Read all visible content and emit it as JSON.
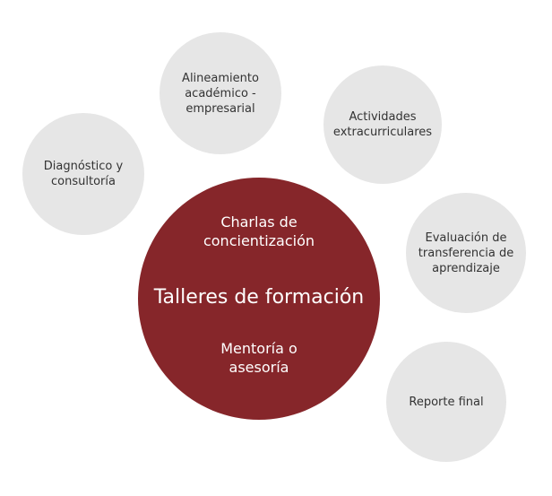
{
  "diagram": {
    "center": {
      "top_line1": "Charlas de",
      "top_line2": "concientización",
      "title": "Talleres de formación",
      "bottom_line1": "Mentoría o",
      "bottom_line2": "asesoría"
    },
    "nodes": [
      {
        "lines": [
          "Diagnóstico y",
          "consultoría"
        ]
      },
      {
        "lines": [
          "Alineamiento",
          "académico -",
          "empresarial"
        ]
      },
      {
        "lines": [
          "Actividades",
          "extracurriculares"
        ]
      },
      {
        "lines": [
          "Evaluación de",
          "transferencia de",
          "aprendizaje"
        ]
      },
      {
        "lines": [
          "Reporte final"
        ]
      }
    ],
    "colors": {
      "center": "#86262a",
      "node": "#e6e6e6",
      "node_text": "#333333",
      "center_text": "#ffffff"
    }
  }
}
